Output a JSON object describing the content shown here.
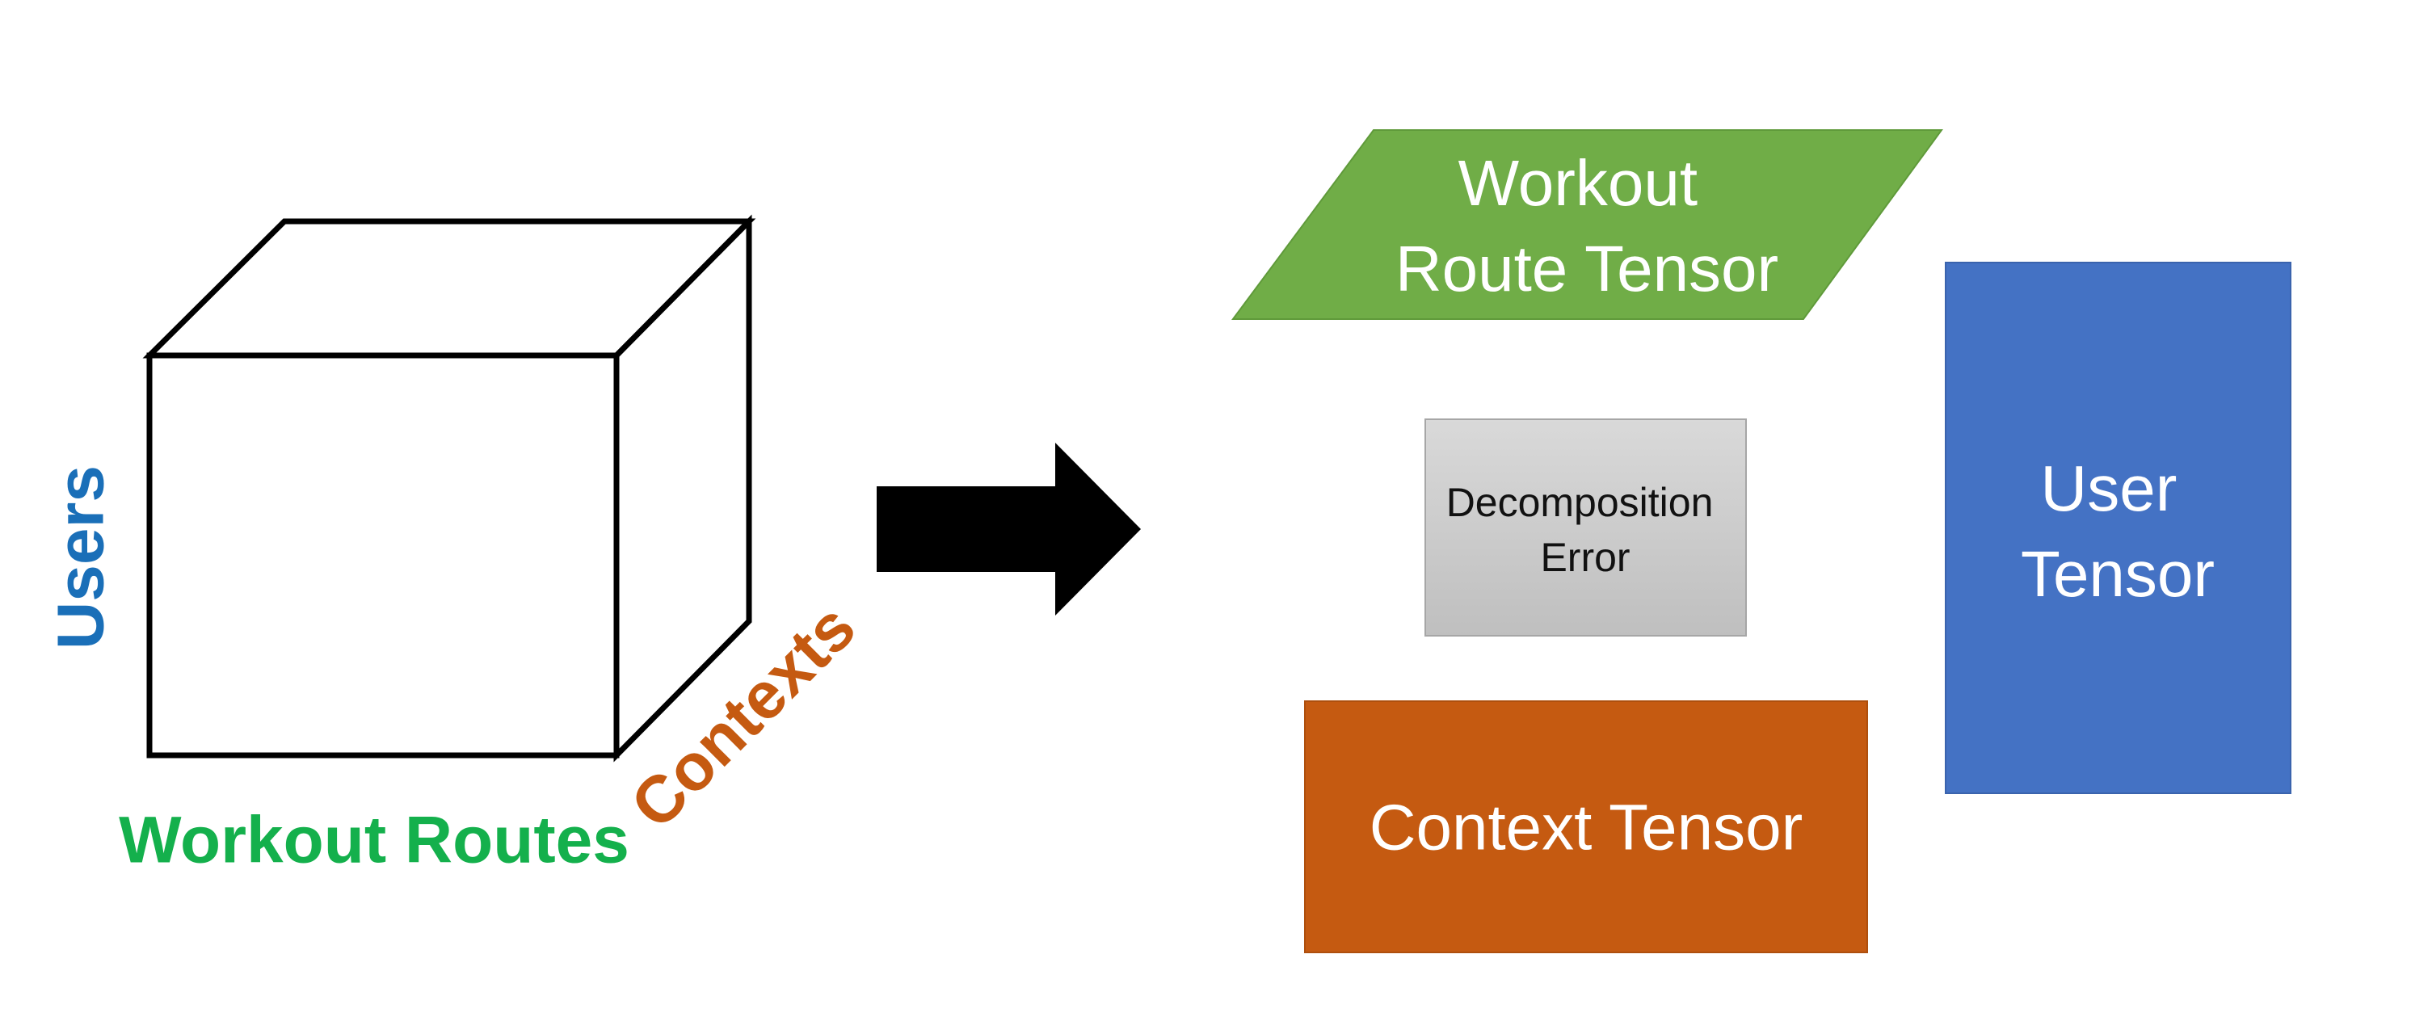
{
  "tensor_cube": {
    "axis_users": "Users",
    "axis_workout_routes": "Workout Routes",
    "axis_contexts": "Contexts"
  },
  "decomposition": {
    "workout_route_tensor": {
      "line1": "Workout",
      "line2": "Route Tensor"
    },
    "decomposition_error": {
      "line1": "Decomposition",
      "line2": "Error"
    },
    "context_tensor": {
      "label": "Context Tensor"
    },
    "user_tensor": {
      "line1": "User",
      "line2": "Tensor"
    }
  },
  "colors": {
    "users_label": "#1a6fb8",
    "workout_routes_label": "#14b04c",
    "contexts_label": "#c55a11",
    "workout_route_tensor_fill": "#70ad47",
    "context_tensor_fill": "#c55a11",
    "user_tensor_fill": "#4472c4",
    "decomposition_error_fill_top": "#d9d9d9",
    "decomposition_error_fill_bottom": "#bfbfbf",
    "arrow_fill": "#000000",
    "cube_stroke": "#000000"
  }
}
